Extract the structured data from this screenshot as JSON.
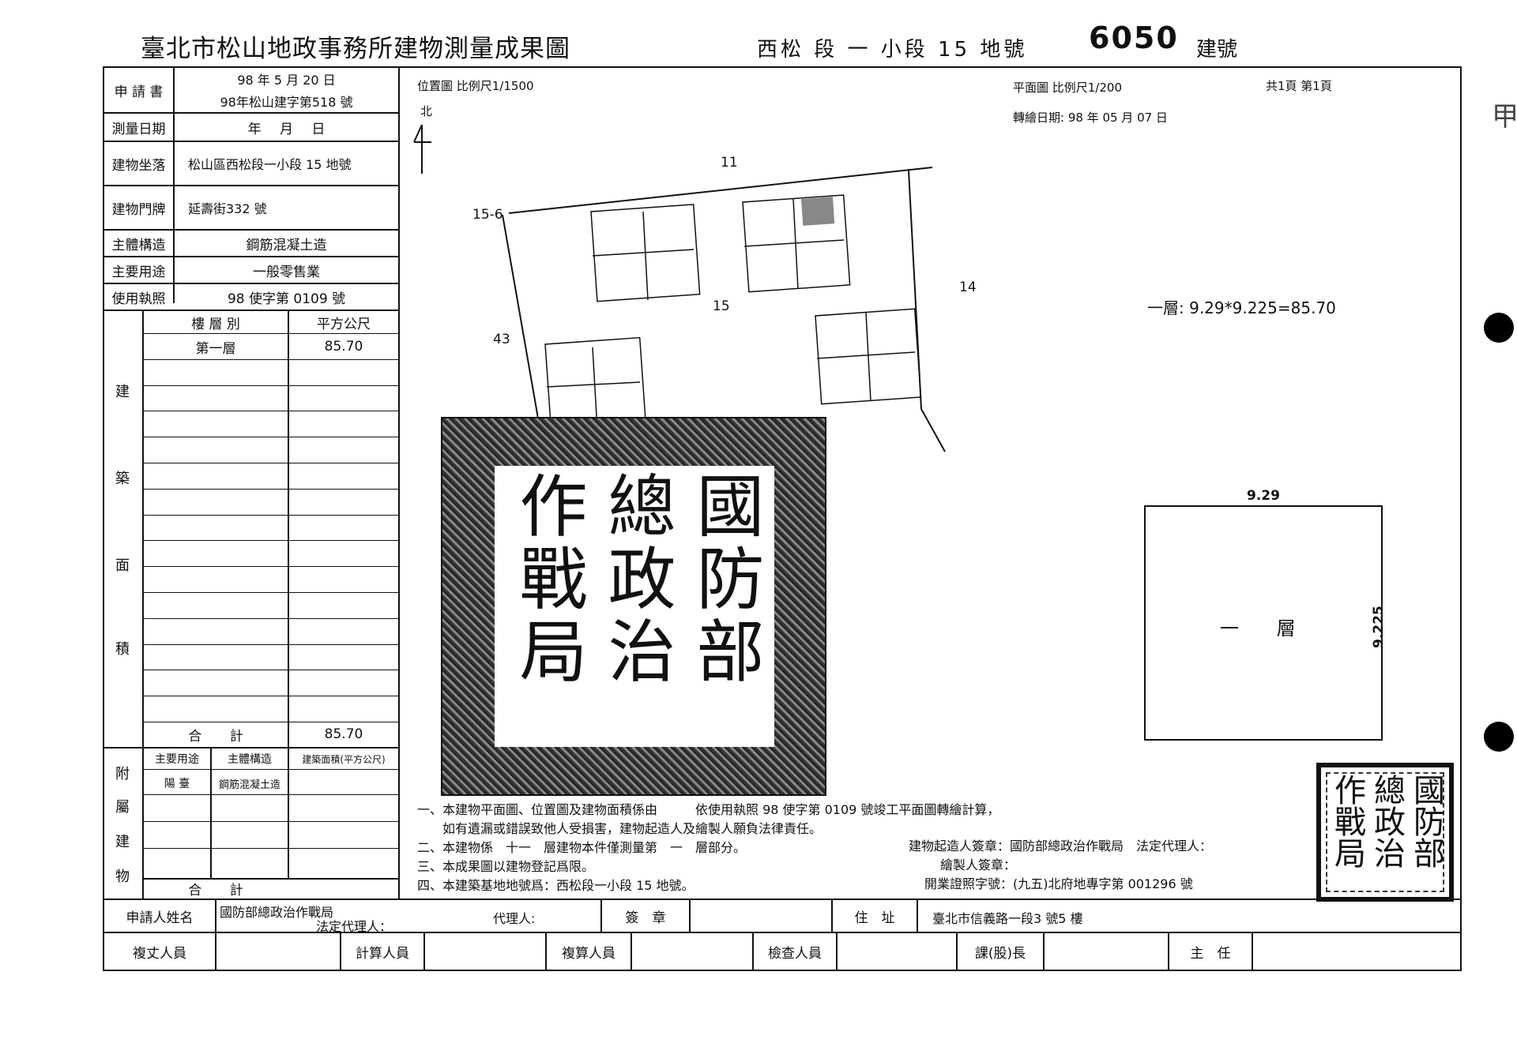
{
  "header": {
    "office_title": "臺北市松山地政事務所建物測量成果圖",
    "section": "西松 段 一 小段 15 地號",
    "building_no": "6050",
    "building_no_suffix": "建號"
  },
  "side_mark": "甲",
  "left_table": {
    "application": {
      "label": "申 請 書",
      "line1": "98 年 5 月 20 日",
      "line2": "98年松山建字第518 號"
    },
    "survey_date": {
      "label": "測量日期",
      "value": "年 月 日"
    },
    "location": {
      "label": "建物坐落",
      "value": "松山區西松段一小段 15 地號"
    },
    "door_plate": {
      "label": "建物門牌",
      "value": "延壽街332 號"
    },
    "main_structure": {
      "label": "主體構造",
      "value": "鋼筋混凝土造"
    },
    "main_use": {
      "label": "主要用途",
      "value": "一般零售業"
    },
    "use_permit": {
      "label": "使用執照",
      "value": "98 使字第 0109 號"
    },
    "area_section": {
      "vertical_label": [
        "建",
        "築",
        "面",
        "積"
      ],
      "col_floor": "樓 層 別",
      "col_area": "平方公尺",
      "rows": [
        {
          "floor": "第一層",
          "area": "85.70"
        }
      ],
      "total_label": "合 計",
      "total_value": "85.70"
    },
    "attached_section": {
      "vertical_label": [
        "附",
        "屬",
        "建",
        "物"
      ],
      "col_use": "主要用途",
      "col_structure": "主體構造",
      "col_area": "建築面積(平方公尺)",
      "rows": [
        {
          "use": "陽 臺",
          "structure": "鋼筋混凝土造",
          "area": ""
        }
      ],
      "total_label": "合 計"
    }
  },
  "location_map": {
    "label": "位置圖 比例尺1/1500",
    "north": "北",
    "parcels": [
      "11",
      "15-6",
      "14",
      "15",
      "43"
    ]
  },
  "floor_plan": {
    "label": "平面圖 比例尺1/200",
    "page": "共1頁 第1頁",
    "converted_date": "轉繪日期: 98 年 05 月 07 日",
    "calc": "一層: 9.29*9.225=85.70",
    "width_dim": "9.29",
    "height_dim": "9.225",
    "floor_name": "一 層"
  },
  "seal": {
    "text": "國防部總政治作戰局"
  },
  "notes": [
    "一、本建物平面圖、位置圖及建物面積係由　　　依使用執照 98 使字第 0109 號竣工平面圖轉繪計算，",
    "　　如有遺漏或錯誤致他人受損害，建物起造人及繪製人願負法律責任。",
    "二、本建物係　十一　層建物本件僅測量第　一　層部分。",
    "三、本成果圖以建物登記爲限。",
    "四、本建築基地地號爲：西松段一小段 15 地號。"
  ],
  "signatures": {
    "builder": "建物起造人簽章：國防部總政治作戰局　法定代理人：",
    "drawer": "繪製人簽章：",
    "license": "開業證照字號：(九五)北府地專字第 001296 號"
  },
  "footer": {
    "applicant_label": "申請人姓名",
    "applicant_name": "國防部總政治作戰局",
    "legal_rep": "法定代理人：",
    "agent": "代理人:",
    "seal_label": "簽　章",
    "address_label": "住　址",
    "address_value": "臺北市信義路一段3 號5 樓",
    "staff": [
      "複丈人員",
      "計算人員",
      "複算人員",
      "檢查人員",
      "課(股)長",
      "主　任"
    ]
  }
}
